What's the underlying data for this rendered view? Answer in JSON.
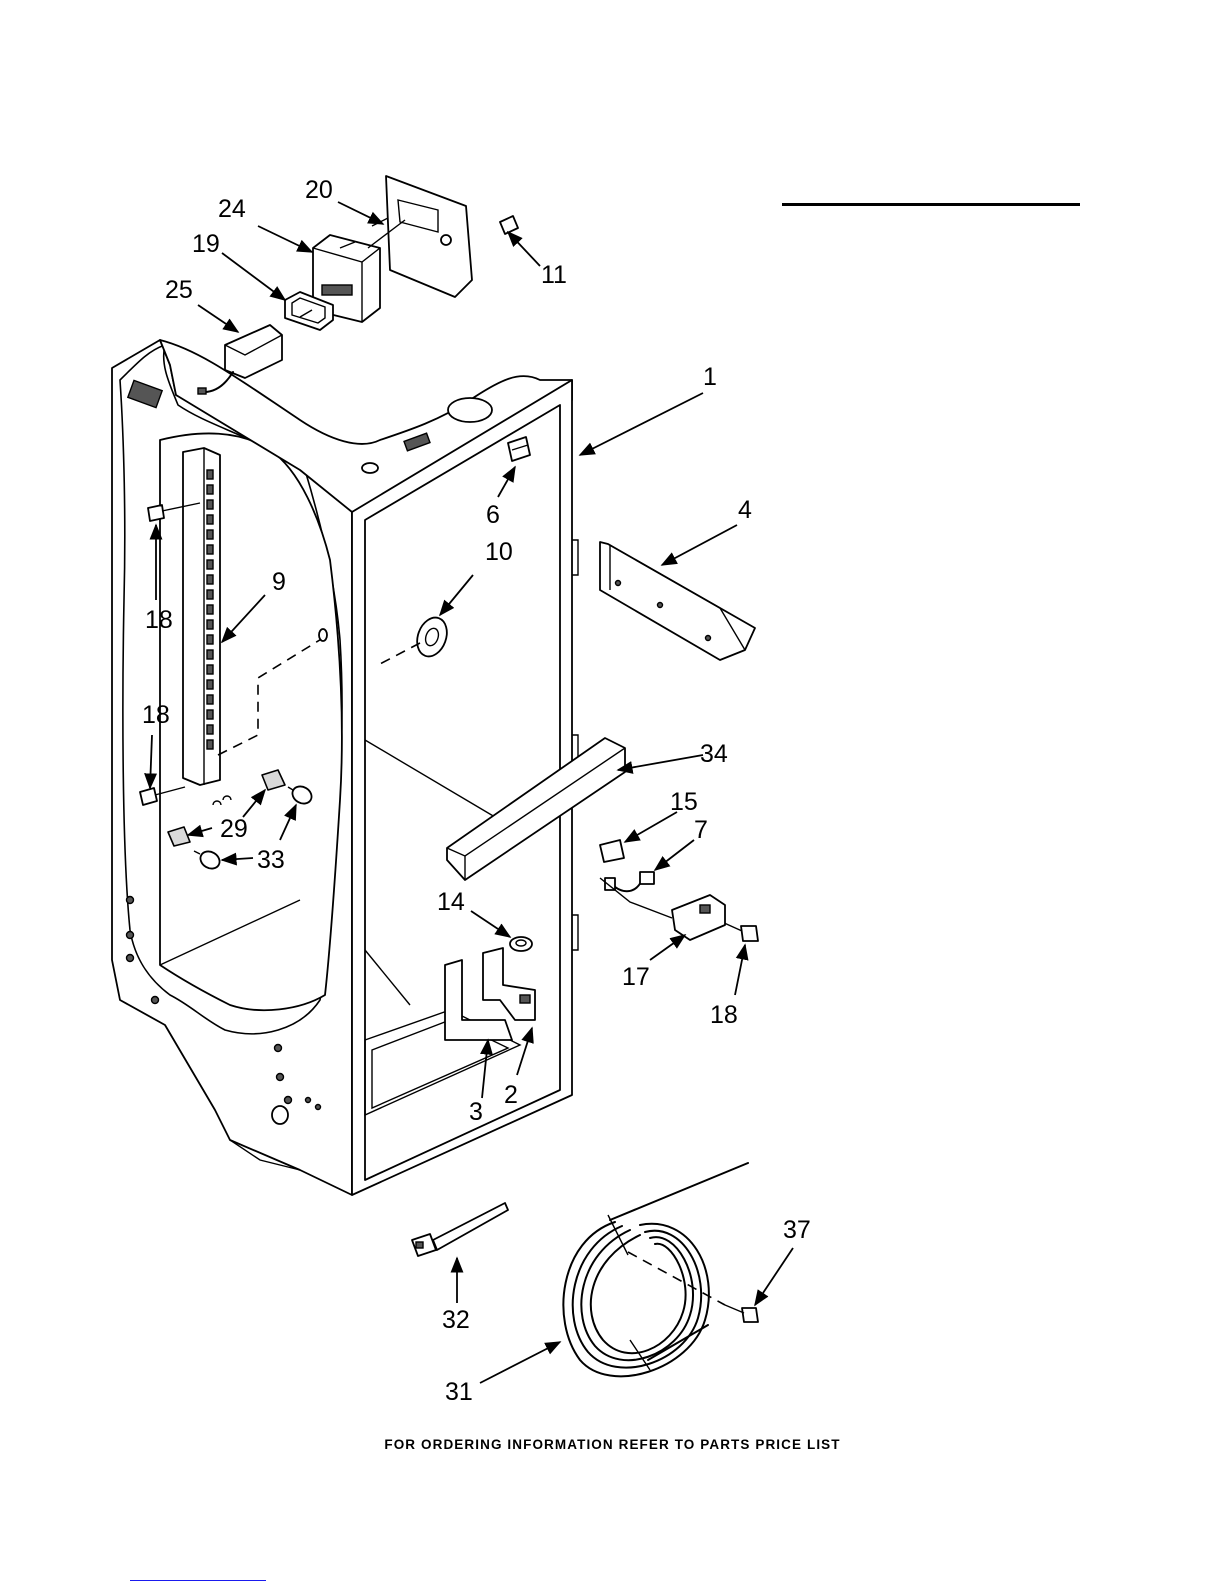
{
  "footer": "FOR ORDERING INFORMATION REFER TO PARTS PRICE LIST",
  "callouts": {
    "c1": "1",
    "c2": "2",
    "c3": "3",
    "c4": "4",
    "c6": "6",
    "c7": "7",
    "c9": "9",
    "c10": "10",
    "c11": "11",
    "c14": "14",
    "c15": "15",
    "c17": "17",
    "c18a": "18",
    "c18b": "18",
    "c18c": "18",
    "c19": "19",
    "c20": "20",
    "c24": "24",
    "c25": "25",
    "c29": "29",
    "c31": "31",
    "c32": "32",
    "c33": "33",
    "c34": "34",
    "c37": "37"
  }
}
